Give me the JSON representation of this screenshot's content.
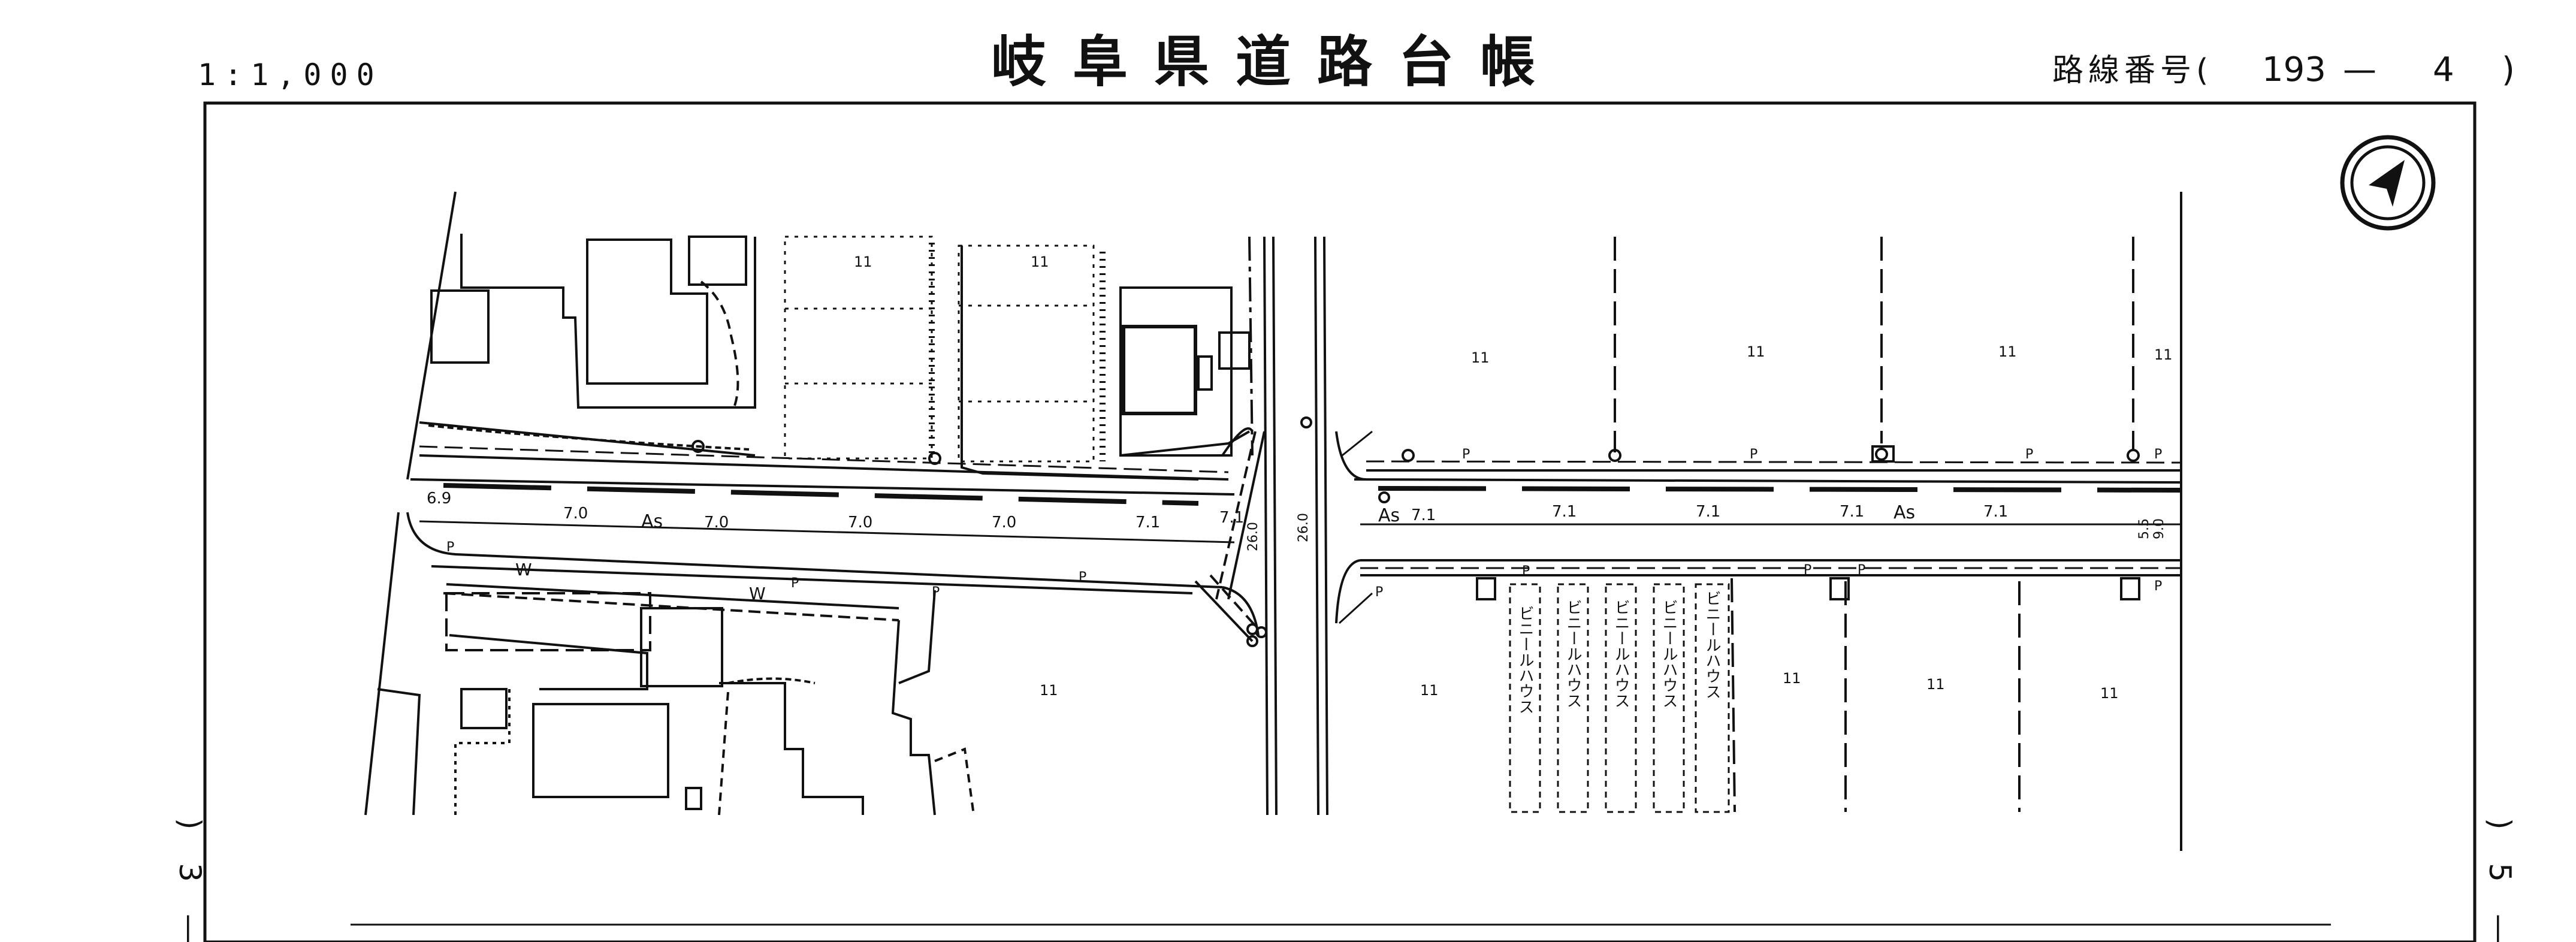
{
  "header": {
    "scale": "1:1,000",
    "title": "岐阜県道路台帳",
    "route_label": "路線番号(",
    "route_number": "193",
    "route_dash": "—",
    "route_sheet": "4",
    "route_close": ")"
  },
  "margins": {
    "left_adjacent": "3",
    "left_dash": "—",
    "left_paren": ")",
    "right_adjacent": "5",
    "right_dash": "—",
    "right_paren": ")"
  },
  "map": {
    "north_arrow": "north-arrow-icon",
    "road_surface": "As",
    "sidewalk_mark": "W",
    "pole_mark": "P",
    "field_mark": "11",
    "greenhouse_label": "ビニールハウス",
    "widths_left": [
      "6.9",
      "7.0",
      "7.0",
      "7.0",
      "7.0",
      "7.1"
    ],
    "widths_right": [
      "7.1",
      "7.1",
      "7.1",
      "7.1",
      "7.1",
      "7.1"
    ],
    "cross_road_widths": [
      "26.0",
      "26.0"
    ],
    "edge_widths": [
      "5.5",
      "9.0"
    ]
  }
}
